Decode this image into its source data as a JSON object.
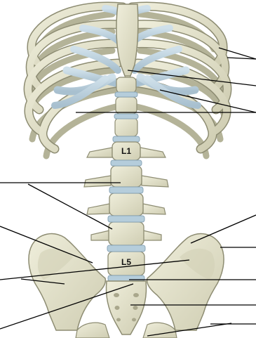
{
  "figure": {
    "vertebra_labels": [
      {
        "id": "l1",
        "text": "L1"
      },
      {
        "id": "l5",
        "text": "L5"
      }
    ],
    "colors": {
      "bone": "#e3e2cc",
      "bone_shadow": "#b9b89c",
      "bone_outline": "#8d8c72",
      "cartilage": "#b9cfdc",
      "leader_line": "#000000",
      "background": "#ffffff"
    },
    "leader_line_count": 14
  }
}
